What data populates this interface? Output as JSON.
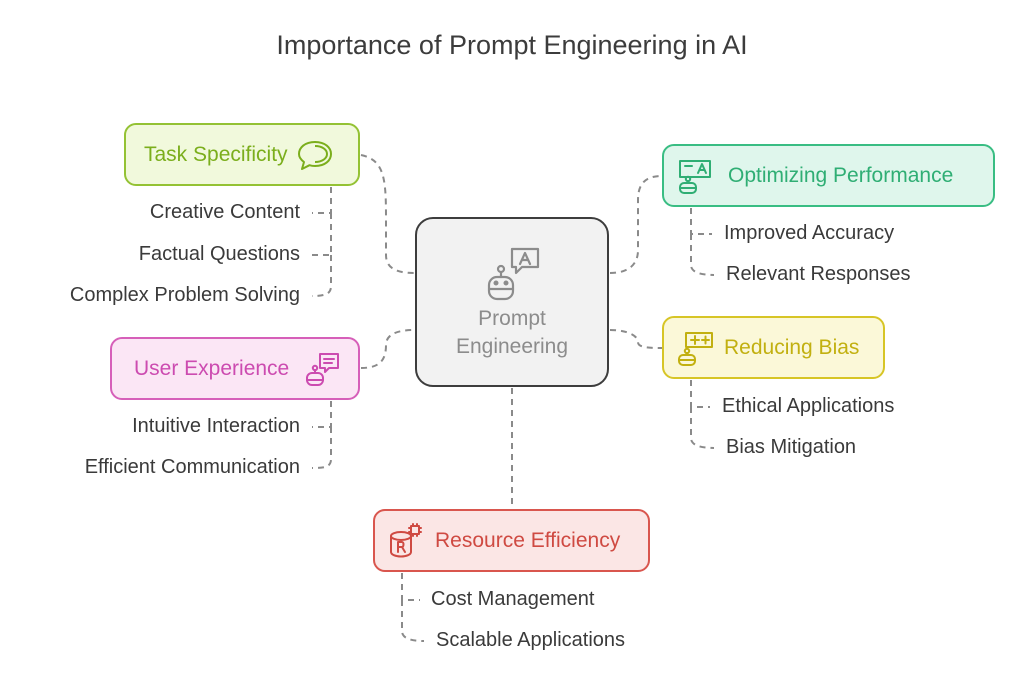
{
  "title": "Importance of Prompt Engineering in AI",
  "center": {
    "line1": "Prompt",
    "line2": "Engineering",
    "icon": "robot-speech-icon"
  },
  "branches": {
    "task_specificity": {
      "label": "Task Specificity",
      "icon": "speech-bubble-icon",
      "color": "#94c234",
      "items": [
        "Creative Content",
        "Factual Questions",
        "Complex Problem Solving"
      ]
    },
    "user_experience": {
      "label": "User Experience",
      "icon": "robot-chat-icon",
      "color": "#d65fb9",
      "items": [
        "Intuitive Interaction",
        "Efficient Communication"
      ]
    },
    "optimizing_performance": {
      "label": "Optimizing Performance",
      "icon": "robot-translate-icon",
      "color": "#39bd83",
      "items": [
        "Improved Accuracy",
        "Relevant Responses"
      ]
    },
    "reducing_bias": {
      "label": "Reducing Bias",
      "icon": "robot-plus-icon",
      "color": "#d7c526",
      "items": [
        "Ethical Applications",
        "Bias Mitigation"
      ]
    },
    "resource_efficiency": {
      "label": "Resource Efficiency",
      "icon": "database-chip-icon",
      "color": "#d9564e",
      "items": [
        "Cost Management",
        "Scalable Applications"
      ]
    }
  }
}
